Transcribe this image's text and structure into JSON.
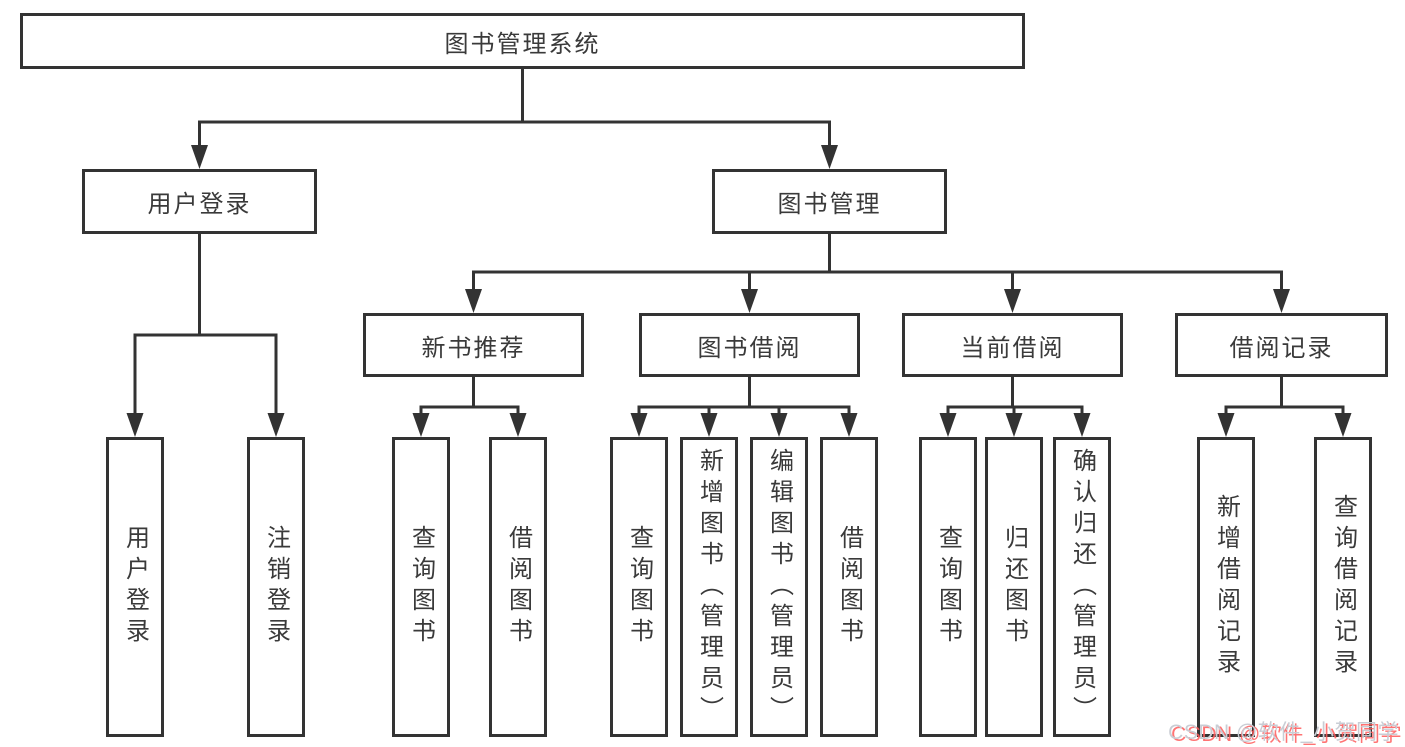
{
  "diagram": {
    "root": {
      "label": "图书管理系统",
      "children": [
        {
          "label": "用户登录",
          "children": [
            {
              "label": "用户登录"
            },
            {
              "label": "注销登录"
            }
          ]
        },
        {
          "label": "图书管理",
          "children": [
            {
              "label": "新书推荐",
              "children": [
                {
                  "label": "查询图书"
                },
                {
                  "label": "借阅图书"
                }
              ]
            },
            {
              "label": "图书借阅",
              "children": [
                {
                  "label": "查询图书"
                },
                {
                  "label": "新增图书（管理员）"
                },
                {
                  "label": "编辑图书（管理员）"
                },
                {
                  "label": "借阅图书"
                }
              ]
            },
            {
              "label": "当前借阅",
              "children": [
                {
                  "label": "查询图书"
                },
                {
                  "label": "归还图书"
                },
                {
                  "label": "确认归还（管理员）"
                }
              ]
            },
            {
              "label": "借阅记录",
              "children": [
                {
                  "label": "新增借阅记录"
                },
                {
                  "label": "查询借阅记录"
                }
              ]
            }
          ]
        }
      ]
    },
    "colors": {
      "line": "#333333",
      "text": "#3a3a3a",
      "box_background": "#ffffff"
    }
  },
  "watermark": {
    "text": "CSDN @软件_小贺同学",
    "text_color": "#c9cdd4",
    "shadow_color": "#ff5a5a"
  }
}
